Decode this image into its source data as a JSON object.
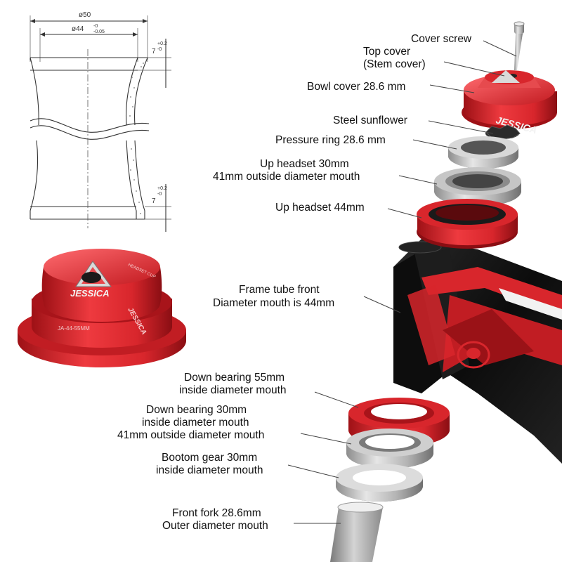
{
  "drawing": {
    "outer_dim": "ø50",
    "inner_dim": "ø44",
    "inner_tol_top": "-0",
    "inner_tol_bottom": "-0.05",
    "depth_top": "7",
    "depth_tol_top": "+0.2",
    "depth_tol_bottom": "-0",
    "depth_bottom": "7",
    "depth2_tol_top": "+0.2",
    "depth2_tol_bottom": "-0"
  },
  "cup": {
    "brand": "JESSICA",
    "size_print": "JA-44-55MM",
    "rim_text": "HEADSET CUP",
    "color": "#d8262c"
  },
  "labels": {
    "cover_screw": "Cover screw",
    "top_cover_1": "Top cover",
    "top_cover_2": "(Stem cover)",
    "bowl_cover": "Bowl cover 28.6 mm",
    "steel_sunflower": "Steel sunflower",
    "pressure_ring": "Pressure ring 28.6 mm",
    "up_headset_30_1": "Up headset 30mm",
    "up_headset_30_2": "41mm outside diameter mouth",
    "up_headset_44": "Up headset 44mm",
    "frame_tube_1": "Frame tube front",
    "frame_tube_2": "Diameter mouth is 44mm",
    "down_bearing_55_1": "Down bearing 55mm",
    "down_bearing_55_2": "inside diameter mouth",
    "down_bearing_30_1": "Down bearing 30mm",
    "down_bearing_30_2": "inside diameter mouth",
    "down_bearing_30_3": "41mm outside diameter mouth",
    "bottom_gear_1": "Bootom gear 30mm",
    "bottom_gear_2": "inside diameter mouth",
    "front_fork_1": "Front fork 28.6mm",
    "front_fork_2": "Outer diameter mouth"
  },
  "exploded_brand": "JESSICA",
  "colors": {
    "red": "#d8262c",
    "frame_black": "#141414",
    "silver": "#c9c9c9"
  }
}
